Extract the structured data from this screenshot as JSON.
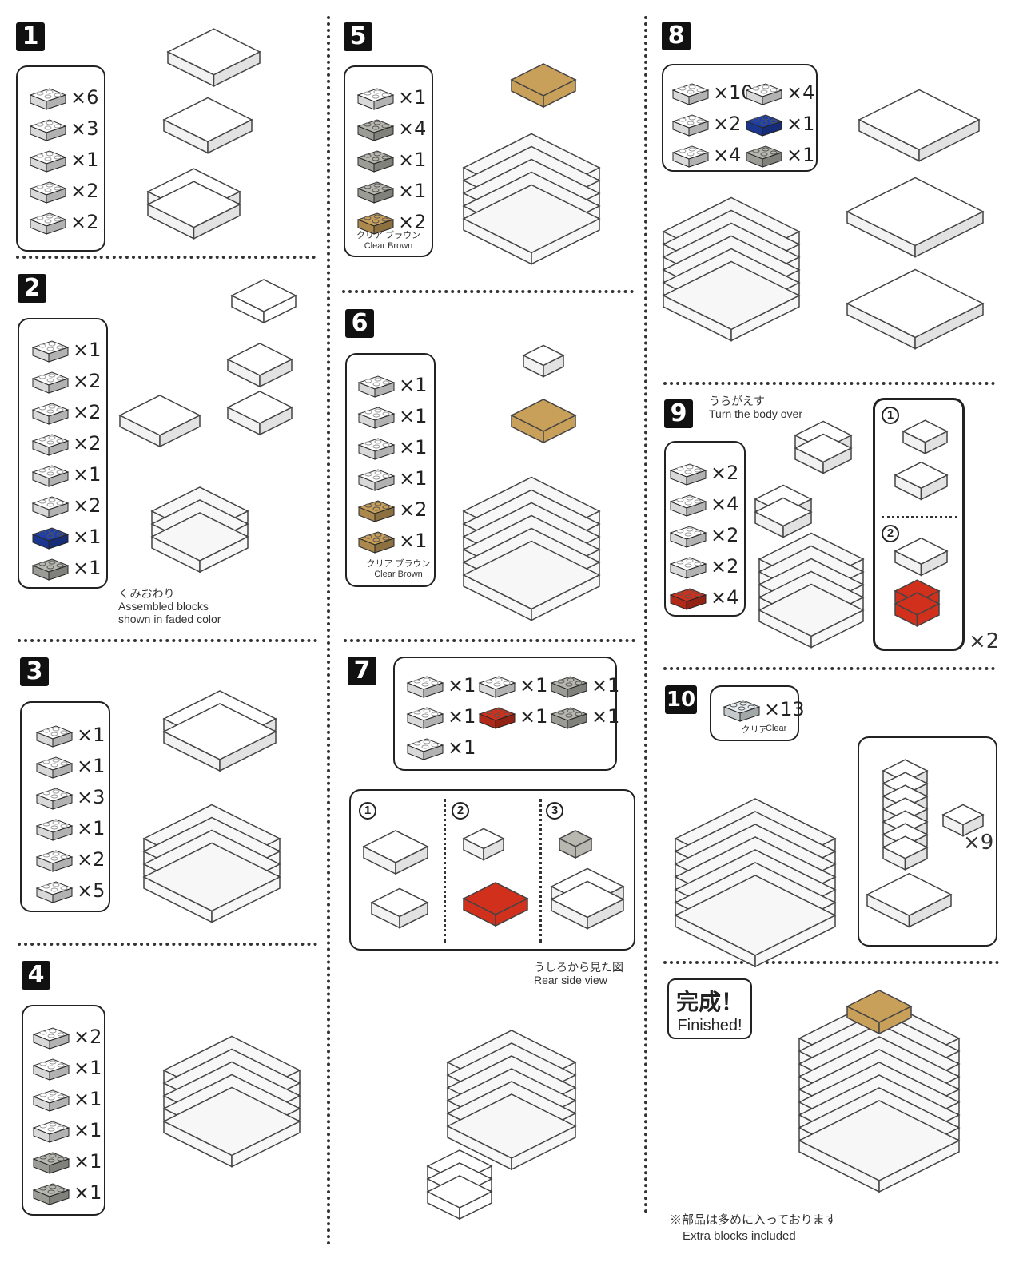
{
  "steps": [
    {
      "number": "1",
      "parts": [
        {
          "count": "×6",
          "color": "#ffffff"
        },
        {
          "count": "×3",
          "color": "#ffffff"
        },
        {
          "count": "×1",
          "color": "#ffffff"
        },
        {
          "count": "×2",
          "color": "#ffffff"
        },
        {
          "count": "×2",
          "color": "#ffffff"
        }
      ]
    },
    {
      "number": "2",
      "parts": [
        {
          "count": "×1",
          "color": "#ffffff"
        },
        {
          "count": "×2",
          "color": "#ffffff"
        },
        {
          "count": "×2",
          "color": "#ffffff"
        },
        {
          "count": "×2",
          "color": "#ffffff"
        },
        {
          "count": "×1",
          "color": "#ffffff"
        },
        {
          "count": "×2",
          "color": "#ffffff"
        },
        {
          "count": "×1",
          "color": "#1f3fa8"
        },
        {
          "count": "×1",
          "color": "#b8b8b0"
        }
      ],
      "note": {
        "jp": "くみおわり",
        "en1": "Assembled blocks",
        "en2": "shown in faded color"
      }
    },
    {
      "number": "3",
      "parts": [
        {
          "count": "×1",
          "color": "#ffffff"
        },
        {
          "count": "×1",
          "color": "#ffffff"
        },
        {
          "count": "×3",
          "color": "#ffffff"
        },
        {
          "count": "×1",
          "color": "#ffffff"
        },
        {
          "count": "×2",
          "color": "#ffffff"
        },
        {
          "count": "×5",
          "color": "#ffffff"
        }
      ]
    },
    {
      "number": "4",
      "parts": [
        {
          "count": "×2",
          "color": "#ffffff"
        },
        {
          "count": "×1",
          "color": "#ffffff"
        },
        {
          "count": "×1",
          "color": "#ffffff"
        },
        {
          "count": "×1",
          "color": "#ffffff"
        },
        {
          "count": "×1",
          "color": "#b8b8b0"
        },
        {
          "count": "×1",
          "color": "#b8b8b0"
        }
      ]
    },
    {
      "number": "5",
      "parts": [
        {
          "count": "×1",
          "color": "#ffffff"
        },
        {
          "count": "×4",
          "color": "#b8b8b0"
        },
        {
          "count": "×1",
          "color": "#b8b8b0"
        },
        {
          "count": "×1",
          "color": "#b8b8b0"
        },
        {
          "count": "×2",
          "color": "#c9a05a"
        }
      ],
      "label": {
        "jp": "クリア ブラウン",
        "en": "Clear Brown"
      }
    },
    {
      "number": "6",
      "parts": [
        {
          "count": "×1",
          "color": "#ffffff"
        },
        {
          "count": "×1",
          "color": "#ffffff"
        },
        {
          "count": "×1",
          "color": "#ffffff"
        },
        {
          "count": "×1",
          "color": "#ffffff"
        },
        {
          "count": "×2",
          "color": "#c9a05a"
        },
        {
          "count": "×1",
          "color": "#c9a05a"
        }
      ],
      "label": {
        "jp": "クリア ブラウン",
        "en": "Clear Brown"
      }
    },
    {
      "number": "7",
      "parts": [
        {
          "count": "×1",
          "color": "#ffffff"
        },
        {
          "count": "×1",
          "color": "#ffffff"
        },
        {
          "count": "×1",
          "color": "#b8b8b0"
        },
        {
          "count": "×1",
          "color": "#ffffff"
        },
        {
          "count": "×1",
          "color": "#d0301c"
        },
        {
          "count": "×1",
          "color": "#b8b8b0"
        },
        {
          "count": "×1",
          "color": "#ffffff"
        }
      ],
      "substeps": [
        "1",
        "2",
        "3"
      ],
      "note": {
        "jp": "うしろから見た図",
        "en": "Rear side view"
      }
    },
    {
      "number": "8",
      "parts": [
        {
          "count": "×10",
          "color": "#ffffff"
        },
        {
          "count": "×4",
          "color": "#ffffff"
        },
        {
          "count": "×2",
          "color": "#ffffff"
        },
        {
          "count": "×1",
          "color": "#1f3fa8"
        },
        {
          "count": "×4",
          "color": "#ffffff"
        },
        {
          "count": "×1",
          "color": "#b8b8b0"
        }
      ]
    },
    {
      "number": "9",
      "parts": [
        {
          "count": "×2",
          "color": "#ffffff"
        },
        {
          "count": "×4",
          "color": "#ffffff"
        },
        {
          "count": "×2",
          "color": "#ffffff"
        },
        {
          "count": "×2",
          "color": "#ffffff"
        },
        {
          "count": "×4",
          "color": "#d0301c"
        }
      ],
      "note": {
        "jp": "うらがえす",
        "en": "Turn the body over"
      },
      "substeps": [
        "1",
        "2"
      ],
      "repeat": "×2"
    },
    {
      "number": "10",
      "parts": [
        {
          "count": "×13",
          "color": "#e8eef0"
        }
      ],
      "label": {
        "jp": "クリア",
        "en": "Clear"
      },
      "repeat": "×9"
    }
  ],
  "finished": {
    "jp": "完成！",
    "en": "Finished!"
  },
  "footer": {
    "jp": "※部品は多めに入っております",
    "en": "Extra blocks included"
  }
}
